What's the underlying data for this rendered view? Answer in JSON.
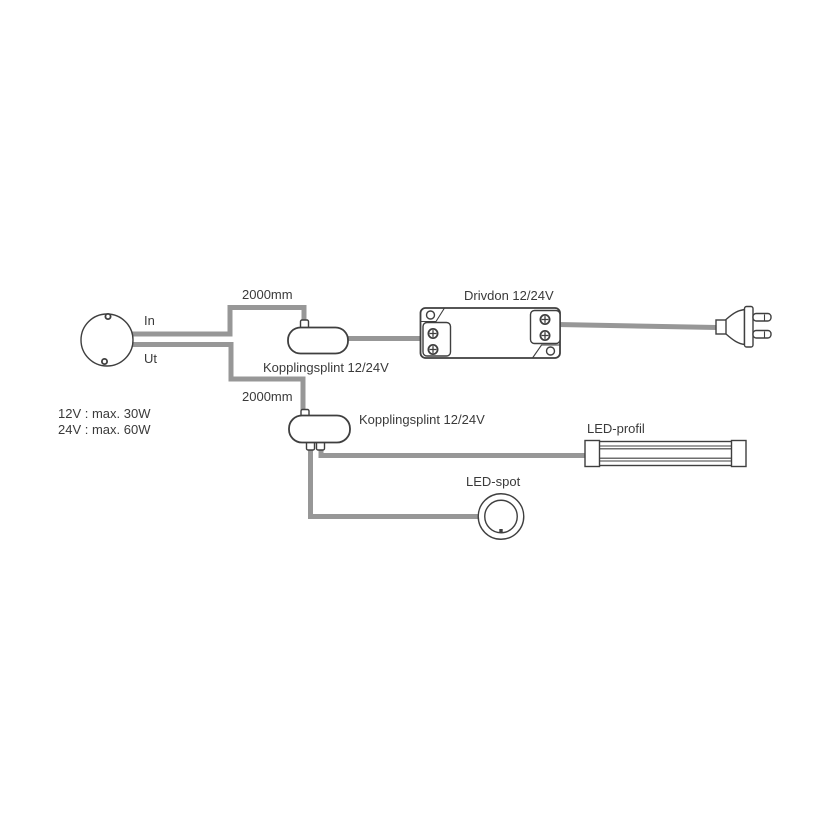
{
  "diagram": {
    "switch": {
      "label_in": "In",
      "label_out": "Ut"
    },
    "cables": {
      "top_length": "2000mm",
      "bottom_length": "2000mm"
    },
    "terminal_block_1": {
      "label": "Kopplingsplint 12/24V"
    },
    "terminal_block_2": {
      "label": "Kopplingsplint 12/24V"
    },
    "driver": {
      "label": "Drivdon 12/24V"
    },
    "led_profile": {
      "label": "LED-profil"
    },
    "led_spot": {
      "label": "LED-spot"
    },
    "specs": {
      "line1": "12V : max. 30W",
      "line2": "24V : max. 60W"
    },
    "colors": {
      "wire": "#979797",
      "outline": "#3f3f3f",
      "text": "#3a3a3a",
      "background": "#ffffff"
    }
  }
}
